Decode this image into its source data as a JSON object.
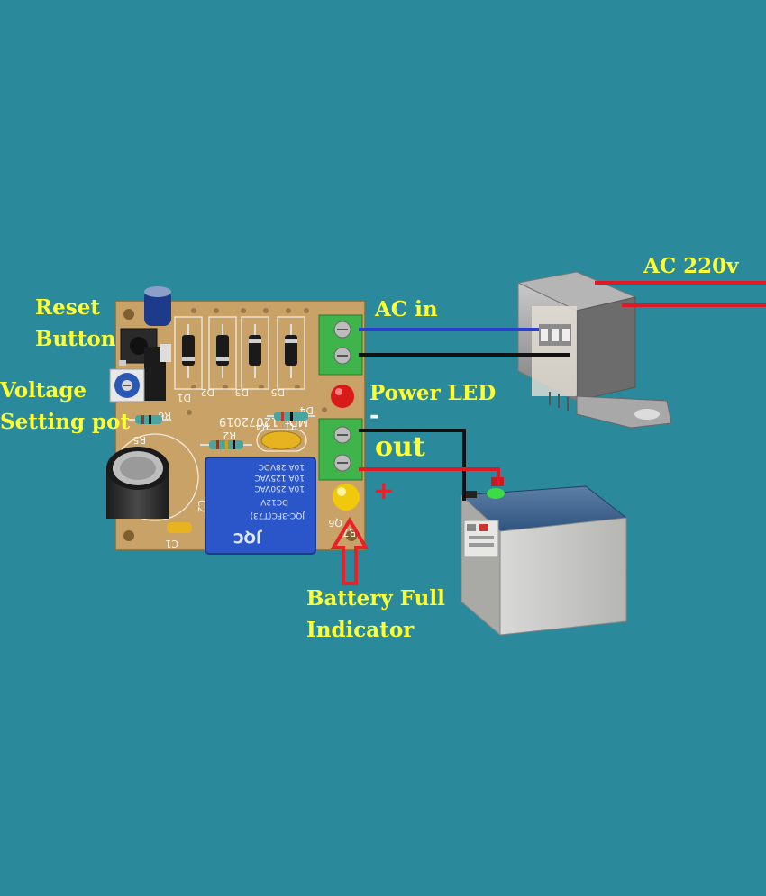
{
  "labels": {
    "reset_button": [
      "Reset",
      "Button"
    ],
    "voltage_pot": [
      "Voltage",
      "Setting pot"
    ],
    "ac_in": "AC in",
    "ac_220v": "AC 220v",
    "power_led": "Power LED",
    "out": "out",
    "minus": "-",
    "plus": "+",
    "battery_full": [
      "Battery Full",
      "Indicator"
    ]
  },
  "pcb_silkscreen": {
    "diodes": [
      "D1",
      "D2",
      "D3",
      "D5",
      "D4"
    ],
    "model": "MDL-12072019",
    "resistors": [
      "R1",
      "R2",
      "R5",
      "R6",
      "R7",
      "R4"
    ],
    "capacitors": [
      "C1",
      "C2",
      "Q6"
    ],
    "relay_brand": "JQC",
    "relay_text": [
      "JQC-3FC(T73)",
      "DC12V",
      "10A 250VAC",
      "10A 125VAC",
      "10A 28VDC"
    ]
  },
  "colors": {
    "background": "#2a8a9b",
    "label": "#ffff33",
    "wire_blue": "#2a3fd0",
    "wire_black": "#111111",
    "wire_red": "#e01a24",
    "arrow_red": "#e8202a",
    "pcb": "#c9a268",
    "relay": "#2a56c9",
    "terminal": "#3fb44a"
  }
}
